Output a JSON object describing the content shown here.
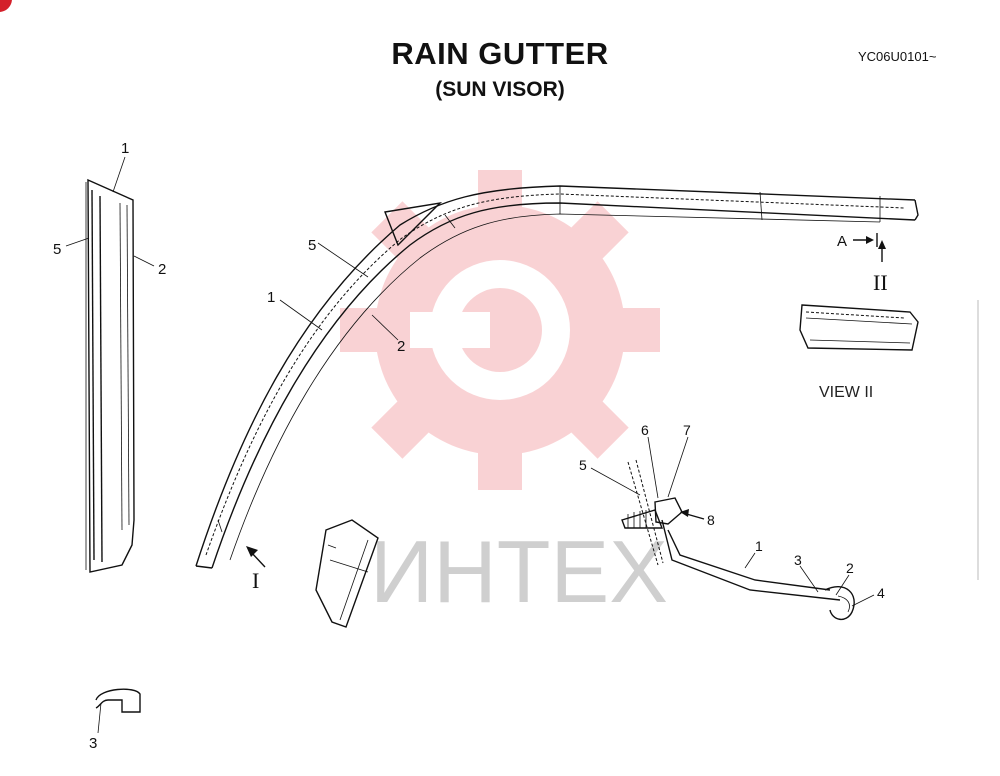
{
  "title": "RAIN GUTTER",
  "subtitle": "(SUN VISOR)",
  "code": "YC06U0101~",
  "callouts": {
    "left_1": "1",
    "left_5": "5",
    "left_2": "2",
    "arch_5": "5",
    "arch_1": "1",
    "arch_2": "2",
    "clip_3": "3",
    "sec_5": "5",
    "sec_6": "6",
    "sec_7": "7",
    "sec_8": "8",
    "sec_1": "1",
    "sec_3": "3",
    "sec_2": "2",
    "sec_4": "4"
  },
  "view_arrow_a": "A",
  "roman_two": "II",
  "roman_one": "I",
  "view_label": "VIEW II",
  "watermark": "ИНТЕХ",
  "colors": {
    "watermark_red": "#e8393f",
    "corner_badge": "#d4202a"
  }
}
